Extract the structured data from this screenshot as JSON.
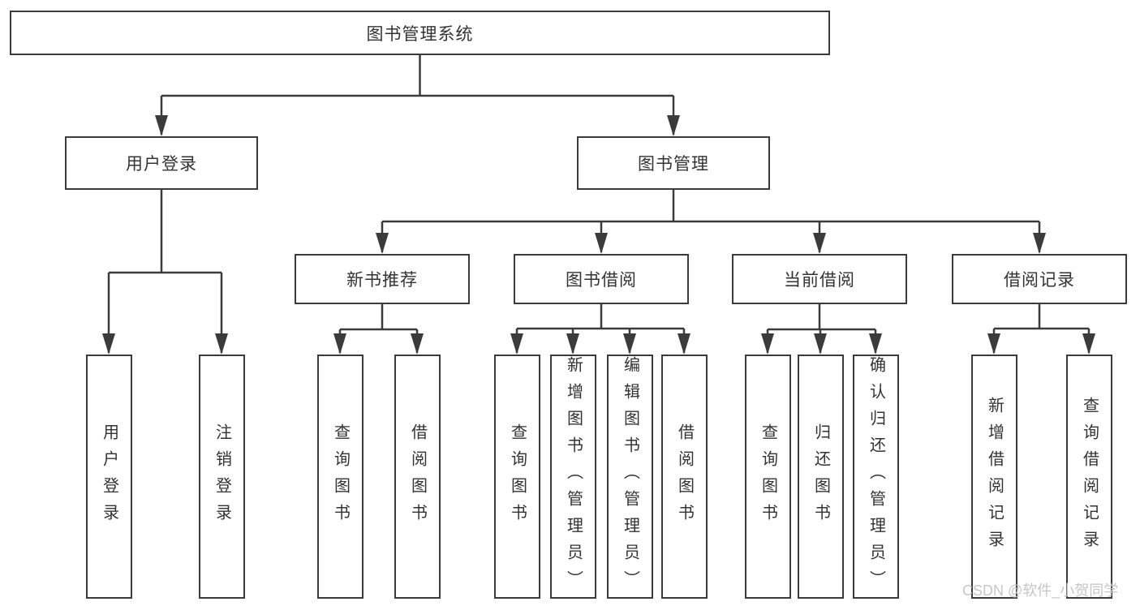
{
  "colors": {
    "line": "#3b3b3b",
    "text": "#333333",
    "watermark": "#c6c6c6",
    "background": "#ffffff"
  },
  "watermark": {
    "text": "CSDN @软件_小贺同学"
  },
  "diagram": {
    "type": "tree",
    "root": {
      "label": "图书管理系统"
    },
    "level2": [
      {
        "label": "用户登录"
      },
      {
        "label": "图书管理"
      }
    ],
    "level3": [
      {
        "label": "新书推荐"
      },
      {
        "label": "图书借阅"
      },
      {
        "label": "当前借阅"
      },
      {
        "label": "借阅记录"
      }
    ],
    "leaves": [
      {
        "label": "用户登录"
      },
      {
        "label": "注销登录"
      },
      {
        "label": "查询图书"
      },
      {
        "label": "借阅图书"
      },
      {
        "label": "查询图书"
      },
      {
        "label": "新增图书（管理员）"
      },
      {
        "label": "编辑图书（管理员）"
      },
      {
        "label": "借阅图书"
      },
      {
        "label": "查询图书"
      },
      {
        "label": "归还图书"
      },
      {
        "label": "确认归还（管理员）"
      },
      {
        "label": "新增借阅记录"
      },
      {
        "label": "查询借阅记录"
      }
    ],
    "edges": [
      "图书管理系统→用户登录",
      "图书管理系统→图书管理",
      "用户登录→用户登录",
      "用户登录→注销登录",
      "图书管理→新书推荐",
      "图书管理→图书借阅",
      "图书管理→当前借阅",
      "图书管理→借阅记录",
      "新书推荐→查询图书",
      "新书推荐→借阅图书",
      "图书借阅→查询图书",
      "图书借阅→新增图书（管理员）",
      "图书借阅→编辑图书（管理员）",
      "图书借阅→借阅图书",
      "当前借阅→查询图书",
      "当前借阅→归还图书",
      "当前借阅→确认归还（管理员）",
      "借阅记录→新增借阅记录",
      "借阅记录→查询借阅记录"
    ]
  }
}
